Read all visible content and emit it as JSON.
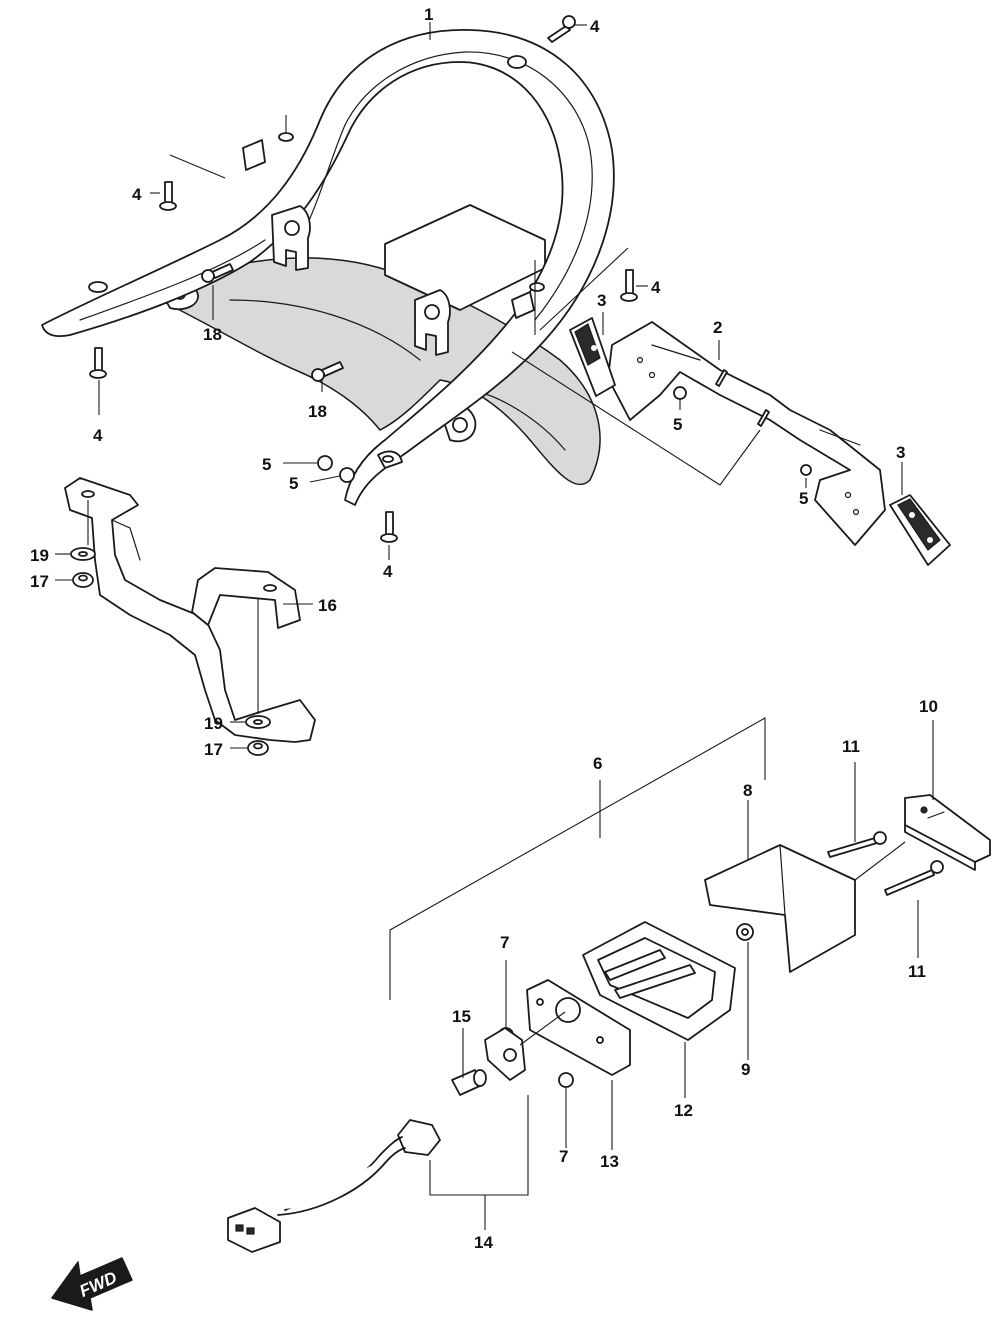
{
  "callouts": {
    "c1": "1",
    "c2": "2",
    "c3a": "3",
    "c3b": "3",
    "c4a": "4",
    "c4b": "4",
    "c4c": "4",
    "c4d": "4",
    "c4e": "4",
    "c5a": "5",
    "c5b": "5",
    "c5c": "5",
    "c5d": "5",
    "c6": "6",
    "c7a": "7",
    "c7b": "7",
    "c8": "8",
    "c9": "9",
    "c10": "10",
    "c11a": "11",
    "c11b": "11",
    "c12": "12",
    "c13": "13",
    "c14": "14",
    "c15": "15",
    "c16": "16",
    "c17a": "17",
    "c17b": "17",
    "c18a": "18",
    "c18b": "18",
    "c19a": "19",
    "c19b": "19"
  },
  "direction_indicator": {
    "label": "FWD",
    "icon": "fwd-arrow-icon"
  }
}
